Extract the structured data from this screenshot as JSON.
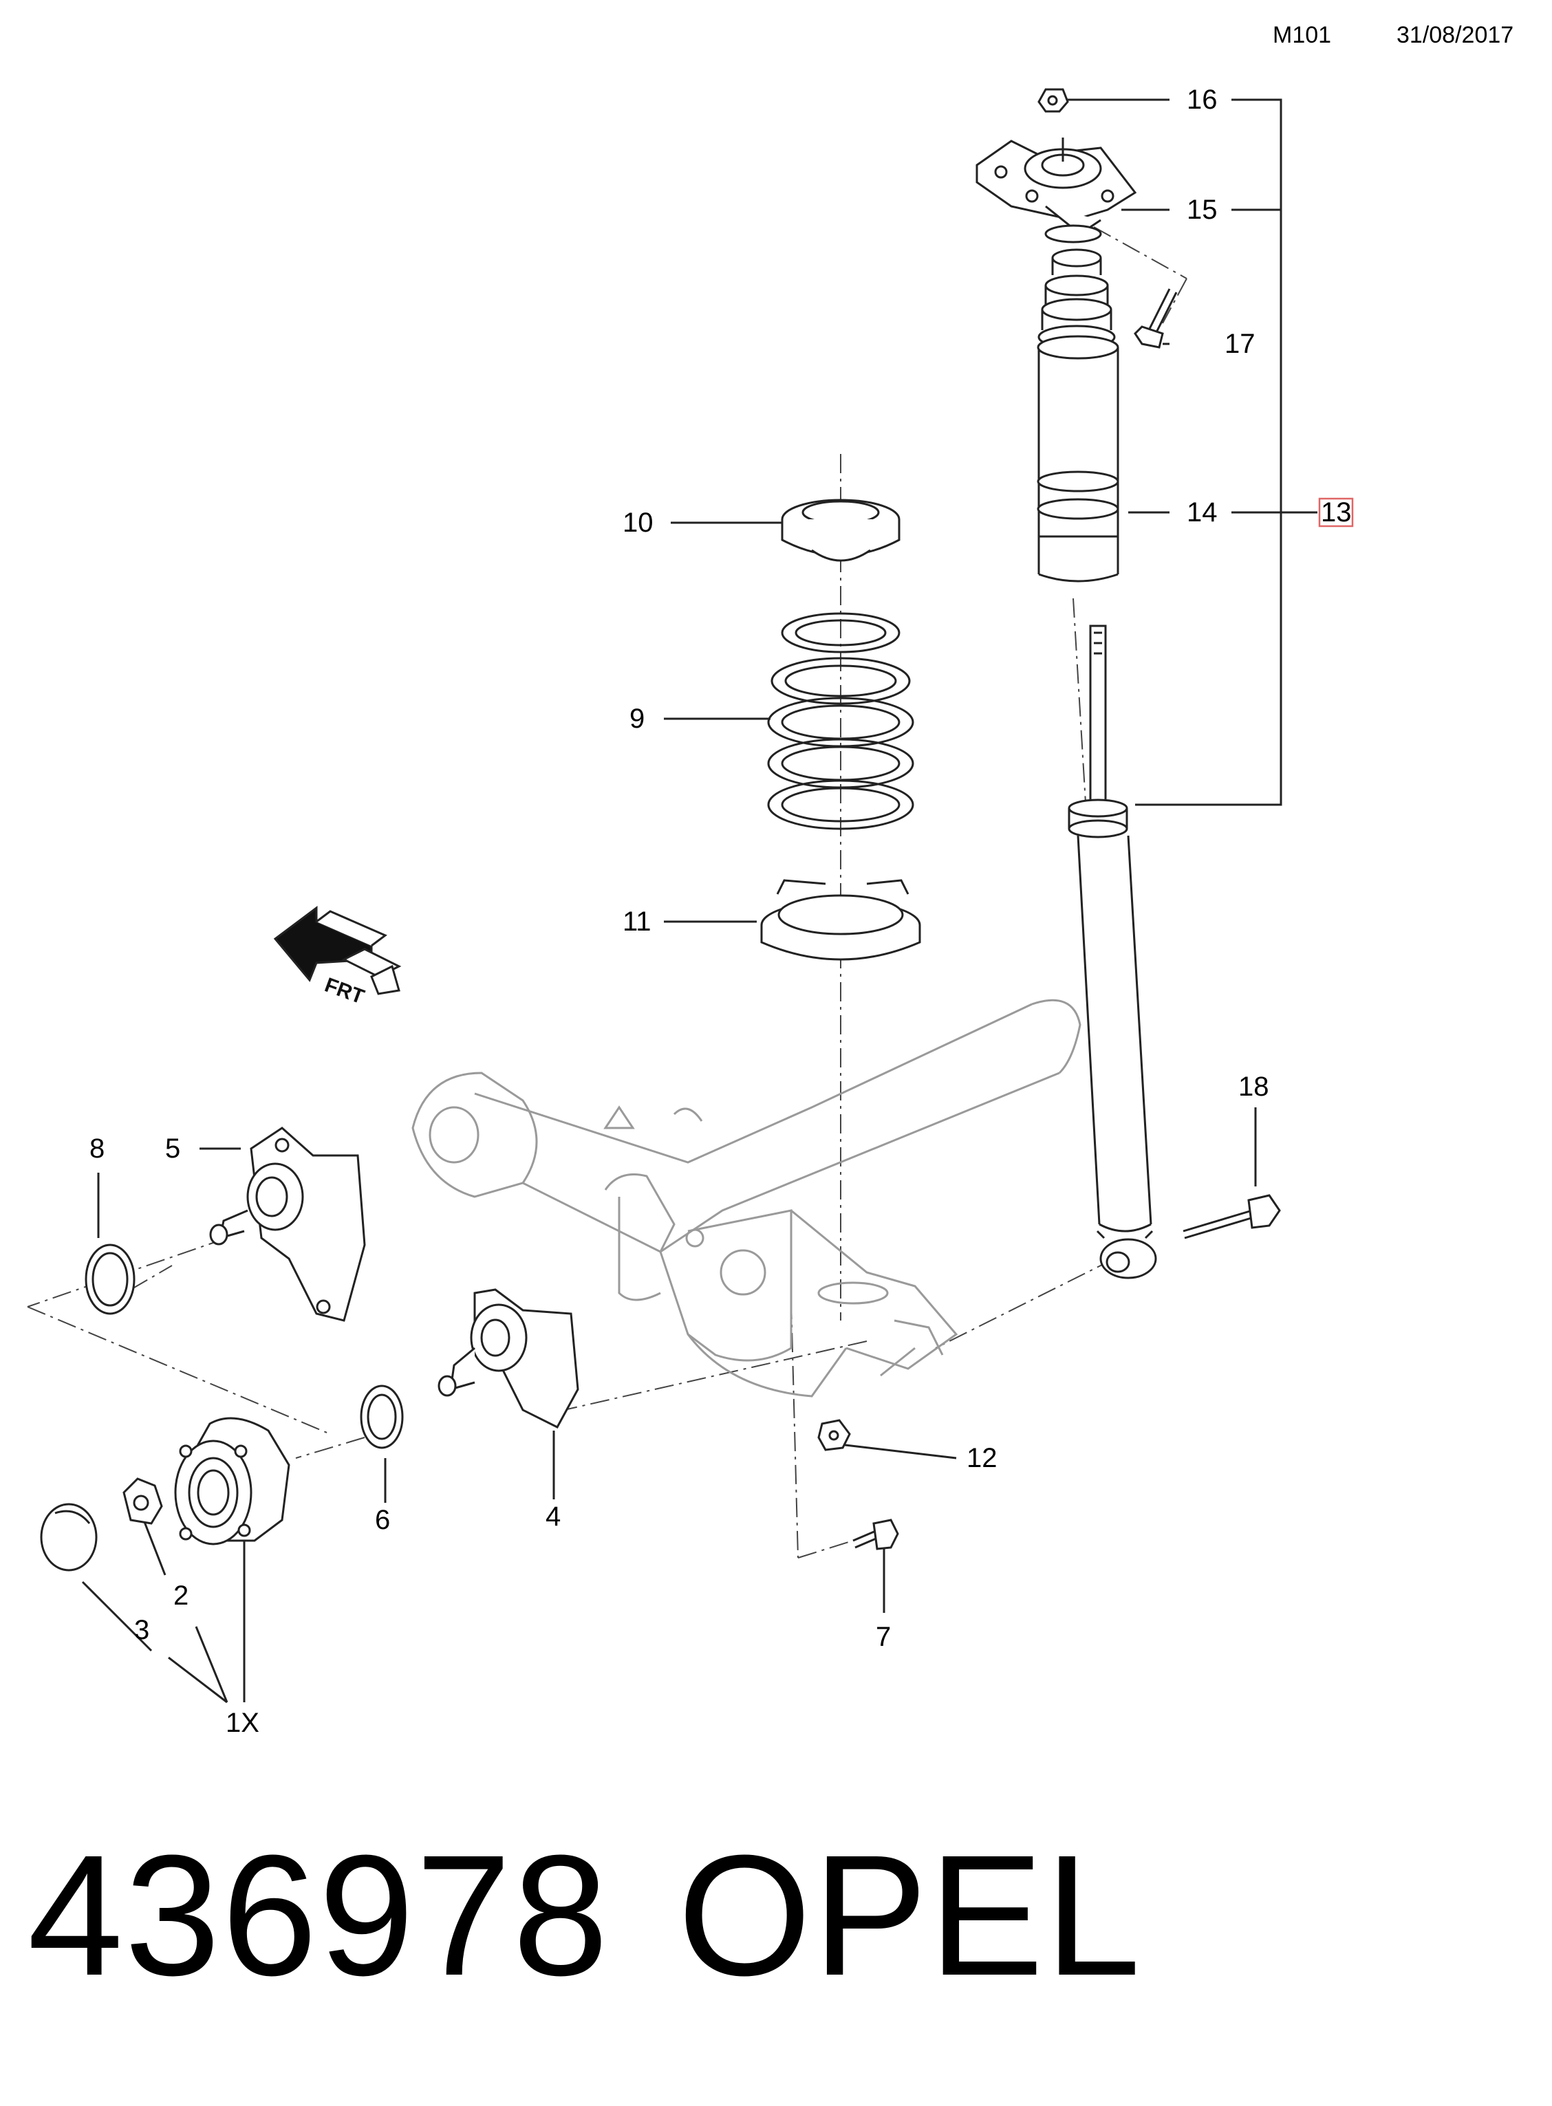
{
  "header": {
    "code": "M101",
    "date": "31/08/2017"
  },
  "callouts": {
    "c1x": "1X",
    "c2": "2",
    "c3": "3",
    "c4": "4",
    "c5": "5",
    "c6": "6",
    "c7": "7",
    "c8": "8",
    "c9": "9",
    "c10": "10",
    "c11": "11",
    "c12": "12",
    "c13": "13",
    "c14": "14",
    "c15": "15",
    "c16": "16",
    "c17": "17",
    "c18": "18"
  },
  "front_marker": "FRT",
  "footer": {
    "part_number": "436978",
    "brand": "OPEL"
  }
}
